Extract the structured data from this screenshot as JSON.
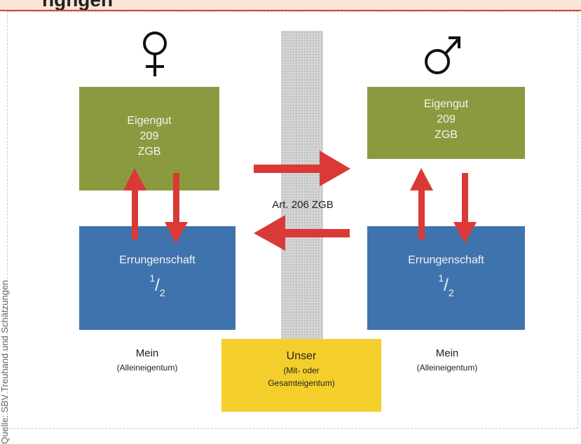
{
  "header": {
    "title_fragment": "ngngen"
  },
  "credit": "Quelle: SBV Treuhand und Schätzungen",
  "female": {
    "symbol": "female-symbol",
    "own_property": {
      "line1": "Eigengut",
      "line2": "209",
      "line3": "ZGB"
    },
    "acquired": {
      "title": "Errungenschaft",
      "fraction_num": "1",
      "fraction_den": "2"
    },
    "label": {
      "title": "Mein",
      "subtitle": "(Alleineigentum)"
    }
  },
  "male": {
    "symbol": "male-symbol",
    "own_property": {
      "line1": "Eigengut",
      "line2": "209",
      "line3": "ZGB"
    },
    "acquired": {
      "title": "Errungenschaft",
      "fraction_num": "1",
      "fraction_den": "2"
    },
    "label": {
      "title": "Mein",
      "subtitle": "(Alleineigentum)"
    }
  },
  "center": {
    "article": "Art. 206 ZGB",
    "shared": {
      "title": "Unser",
      "line1": "(Mit- oder",
      "line2": "Gesamteigentum)"
    }
  },
  "colors": {
    "green": "#8b9a3f",
    "blue": "#3f73ad",
    "yellow": "#f4cf2b",
    "arrow": "#d93a36",
    "stripe": "#d5d5d5"
  }
}
